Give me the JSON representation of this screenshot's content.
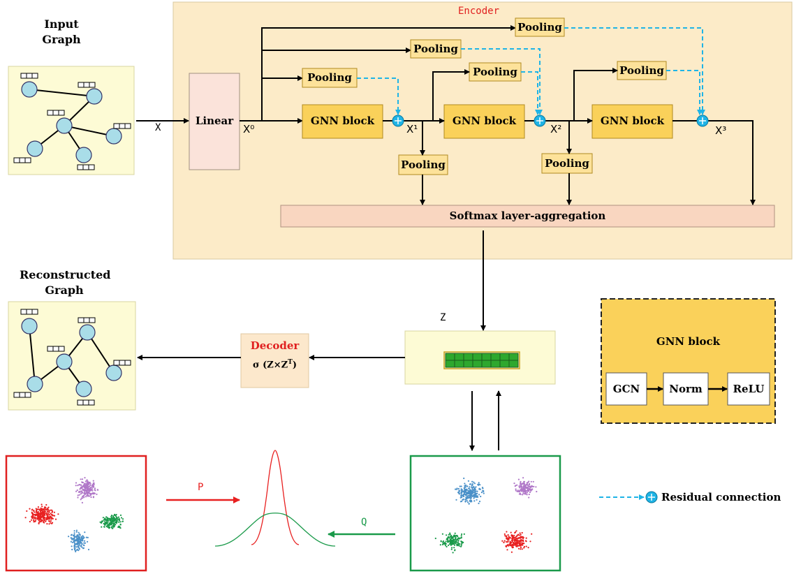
{
  "input_graph_title": "Input\nGraph",
  "reconstructed_graph_title": "Reconstructed\nGraph",
  "encoder_title": "Encoder",
  "labels": {
    "x": "X",
    "x0": "X⁰",
    "x1": "X¹",
    "x2": "X²",
    "x3": "X³",
    "z": "Z",
    "p": "P",
    "q": "Q"
  },
  "blocks": {
    "linear": "Linear",
    "gnn_block": "GNN block",
    "pooling": "Pooling",
    "softmax": "Softmax layer-aggregation"
  },
  "decoder": {
    "title": "Decoder",
    "formula_prefix": "σ (Z×Z",
    "formula_sup": "T",
    "formula_suffix": ")"
  },
  "gnn_legend": {
    "title": "GNN block",
    "steps": [
      "GCN",
      "Norm",
      "ReLU"
    ]
  },
  "residual_legend": "Residual connection",
  "colors": {
    "encoder_bg": "#fcebc8",
    "graph_bg": "#fdfbd5",
    "linear_bg": "#fbe3da",
    "gnn_block": "#fad15a",
    "pooling": "#fde29a",
    "softmax": "#f9d6c0",
    "node": "#a9dde8",
    "residual": "#1fb4e6",
    "red": "#e82020",
    "green": "#1a9a4a",
    "purple": "#b078c8",
    "blue": "#4a90c8",
    "legend_bg": "#fad15a"
  }
}
